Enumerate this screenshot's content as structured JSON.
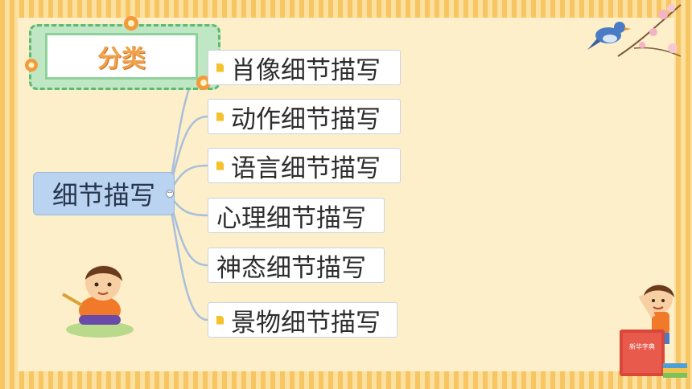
{
  "title": "分类",
  "root": "细节描写",
  "branches": [
    {
      "label": "肖像细节描写",
      "has_note": true
    },
    {
      "label": "动作细节描写",
      "has_note": true
    },
    {
      "label": "语言细节描写",
      "has_note": true
    },
    {
      "label": "心理细节描写",
      "has_note": false
    },
    {
      "label": "神态细节描写",
      "has_note": false
    },
    {
      "label": "景物细节描写",
      "has_note": true
    }
  ],
  "icons": {
    "note": "note-icon",
    "collapse": "collapse-toggle-icon",
    "title_flower": "flower-icon",
    "bird": "bird-on-blossom-branch",
    "child_left": "child-writing-cartoon",
    "child_right": "child-with-dictionary-cartoon"
  },
  "book_text": "新华字典",
  "colors": {
    "stripe": "#f7c663",
    "background": "#fdefc9",
    "title_text": "#f0a24a",
    "title_frame": "#5fb86f",
    "root_fill": "#b9d3f0",
    "connector": "#a9bfdc",
    "note": "#f5c12d"
  }
}
